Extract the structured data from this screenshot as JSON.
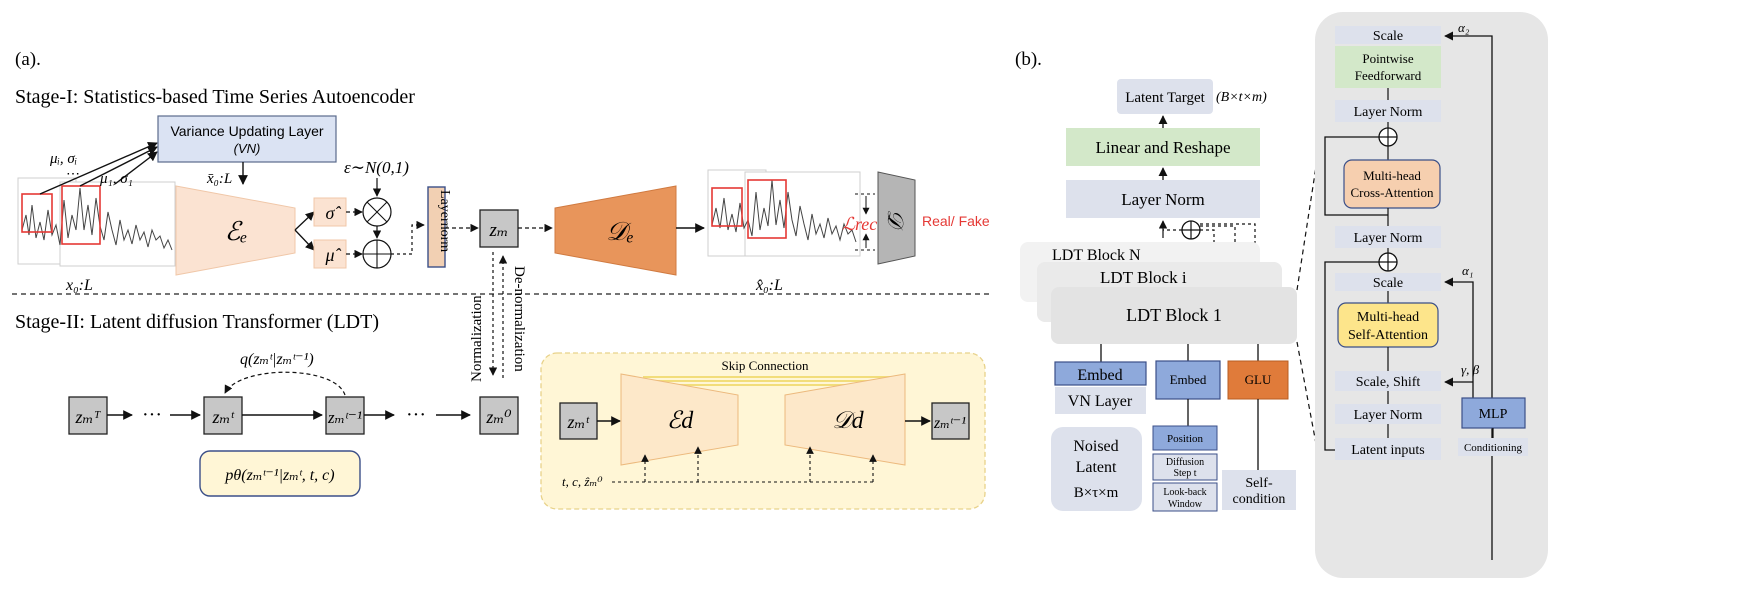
{
  "panel_a": {
    "label": "(a).",
    "stage1_title": "Stage-I: Statistics-based Time Series Autoencoder",
    "stage2_title": "Stage-II: Latent diffusion Transformer (LDT)",
    "vn_box": {
      "line1": "Variance Updating Layer",
      "line2": "(VN)"
    },
    "mu_i_sigma_i": "μᵢ, σᵢ",
    "mu_1_sigma_1": "μ₁, σ₁",
    "dots": "⋯",
    "xbar": "x̄₀:L",
    "eps_noise": "ε∼N(0,1)",
    "encoder": "ℰₑ",
    "sigma_hat": "σ̂",
    "mu_hat": "μ̂",
    "times_sym": "⊗",
    "plus_sym": "⊕",
    "layernorm": "Layernorm",
    "zm": "zₘ",
    "decoder": "𝒟ₑ",
    "lrec": "ℒrec",
    "disc": "𝒟",
    "real_fake": "Real/ Fake",
    "x_in": "x₀:L",
    "x_out": "x̂₀:L",
    "normalization": "Normalization",
    "denormalization": "De-normalization",
    "chain": {
      "zT": "zₘᵀ",
      "dots1": "···",
      "zt": "zₘᵗ",
      "zt1": "zₘᵗ⁻¹",
      "dots2": "···",
      "z0": "zₘ⁰",
      "q": "q(zₘᵗ|zₘᵗ⁻¹)",
      "p": "pθ(zₘᵗ⁻¹|zₘᵗ, t, c)"
    },
    "unet": {
      "skip": "Skip Connection",
      "zt_in": "zₘᵗ",
      "enc": "ℰd",
      "dec": "𝒟d",
      "zt_out": "zₘᵗ⁻¹",
      "cond": "t, c, ẑₘ⁰"
    }
  },
  "panel_b": {
    "label": "(b).",
    "latent_target": "Latent Target",
    "latent_target_shape": "(B×t×m)",
    "linear_reshape": "Linear and Reshape",
    "layer_norm_top": "Layer Norm",
    "plus_sym": "⊕",
    "ldt_n": "LDT Block N",
    "ldt_i": "LDT Block i",
    "ldt_1": "LDT Block 1",
    "embed1": "Embed",
    "vn_layer": "VN Layer",
    "noised": [
      "Noised",
      "Latent",
      "B×τ×m"
    ],
    "embed2": "Embed",
    "glu": "GLU",
    "position": "Position",
    "diffusion_step": [
      "Diffusion",
      "Step t"
    ],
    "lookback": [
      "Look-back",
      "Window"
    ],
    "self_condition": [
      "Self-",
      "condition"
    ]
  },
  "block_detail": {
    "scale_top": "Scale",
    "alpha2": "α₂",
    "ffn": [
      "Pointwise",
      "Feedforward"
    ],
    "ln1": "Layer Norm",
    "cross": [
      "Multi-head",
      "Cross-Attention"
    ],
    "ln2": "Layer Norm",
    "scale_mid": "Scale",
    "alpha1": "α₁",
    "self": [
      "Multi-head",
      "Self-Attention"
    ],
    "scale_shift": "Scale, Shift",
    "gamma_beta": "γ, β",
    "ln3": "Layer Norm",
    "mlp": "MLP",
    "latent_inputs": "Latent inputs",
    "conditioning": "Conditioning"
  },
  "colors": {
    "vn_fill": "#dbe3f3",
    "encoder_fill": "#fbe3d2",
    "decoder_fill": "#e8955b",
    "gray_box": "#c7c7c7",
    "green": "#d3e8c9",
    "orange_glu": "#e07b3a",
    "embed_blue": "#8ea9db",
    "yellow": "#fde58b",
    "panel_gray": "#e6e6e6",
    "lavender": "#dde1ec",
    "red": "#e53935"
  }
}
